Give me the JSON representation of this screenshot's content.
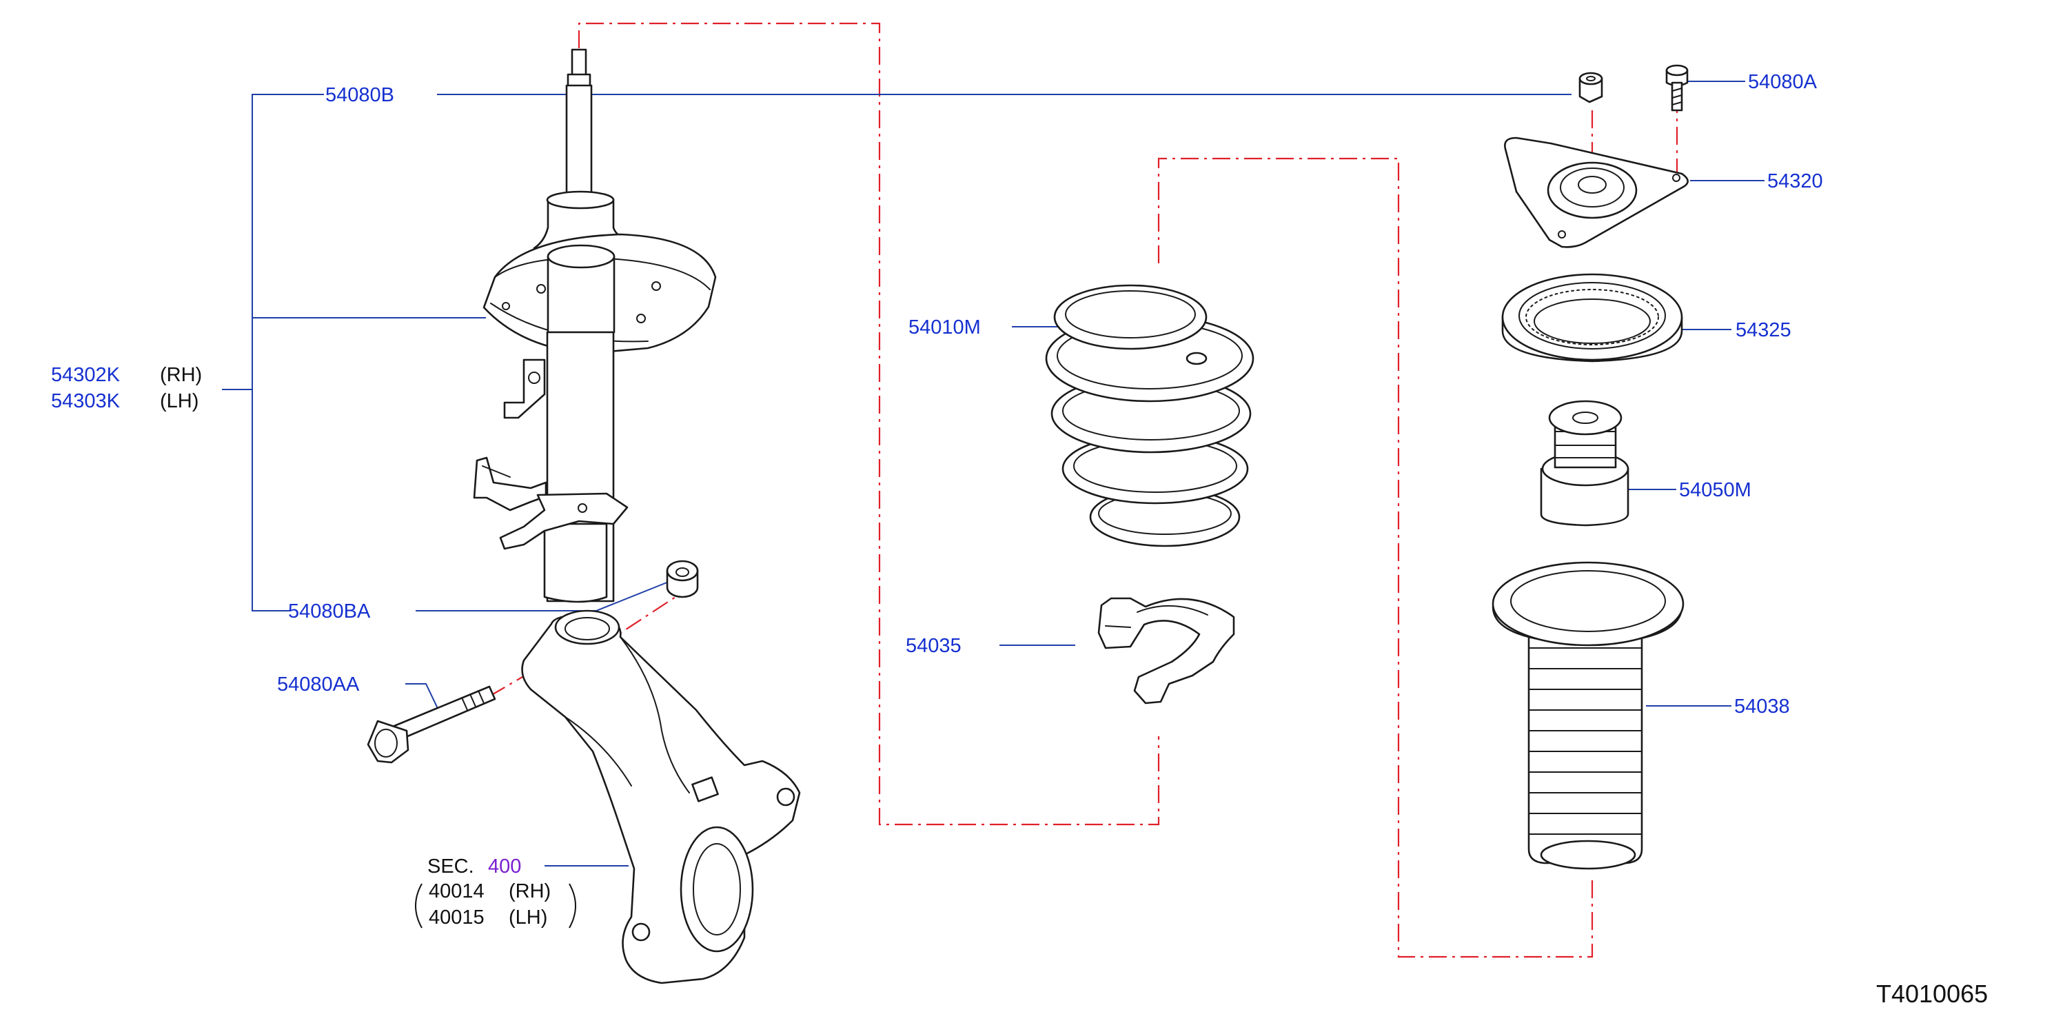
{
  "labels": {
    "p54080B": "54080B",
    "p54080A": "54080A",
    "p54320": "54320",
    "p54325": "54325",
    "p54010M": "54010M",
    "p54302K": "54302K",
    "p54302K_side": "(RH)",
    "p54303K": "54303K",
    "p54303K_side": "(LH)",
    "p54050M": "54050M",
    "p54080BA": "54080BA",
    "p54035": "54035",
    "p54080AA": "54080AA",
    "p54038": "54038",
    "sec_prefix": "SEC.",
    "sec_number": "400",
    "p40014": "40014",
    "p40014_side": "(RH)",
    "p40015": "40015",
    "p40015_side": "(LH)"
  },
  "illustration_code": "T4010065",
  "colors": {
    "label_blue": "#1530d0",
    "leader_blue": "#1f3fa8",
    "dashed_red": "#e0202a",
    "section_purple": "#7a1fd0",
    "line_black": "#1a1a1a"
  }
}
